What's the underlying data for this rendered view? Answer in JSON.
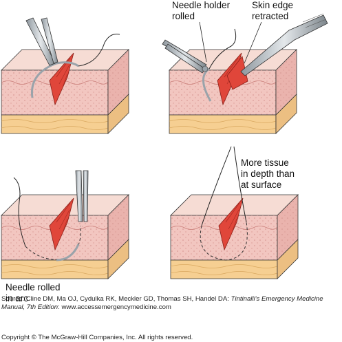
{
  "labels": {
    "needle_holder_rolled": [
      "Needle holder",
      "rolled"
    ],
    "skin_edge_retracted": [
      "Skin edge",
      "retracted"
    ],
    "needle_rolled_in_arc": [
      "Needle rolled",
      "in arc"
    ],
    "more_tissue": [
      "More tissue",
      "in depth than",
      "at surface"
    ]
  },
  "source": {
    "prefix": "Source: Cline DM, Ma OJ, Cydulka RK, Meckler GD, Thomas SH, Handel DA: ",
    "title": "Tintinalli's Emergency Medicine Manual, 7th Edition",
    "suffix": ": www.accessemergencymedicine.com"
  },
  "copyright": "Copyright © The McGraw-Hill Companies, Inc. All rights reserved.",
  "colors": {
    "skin_top": "#f6dcd4",
    "dermis": "#f2c6c0",
    "fat": "#f6cf92",
    "wound": "#e0463a",
    "instrument": "#b9c0c6",
    "outline": "#333333"
  }
}
